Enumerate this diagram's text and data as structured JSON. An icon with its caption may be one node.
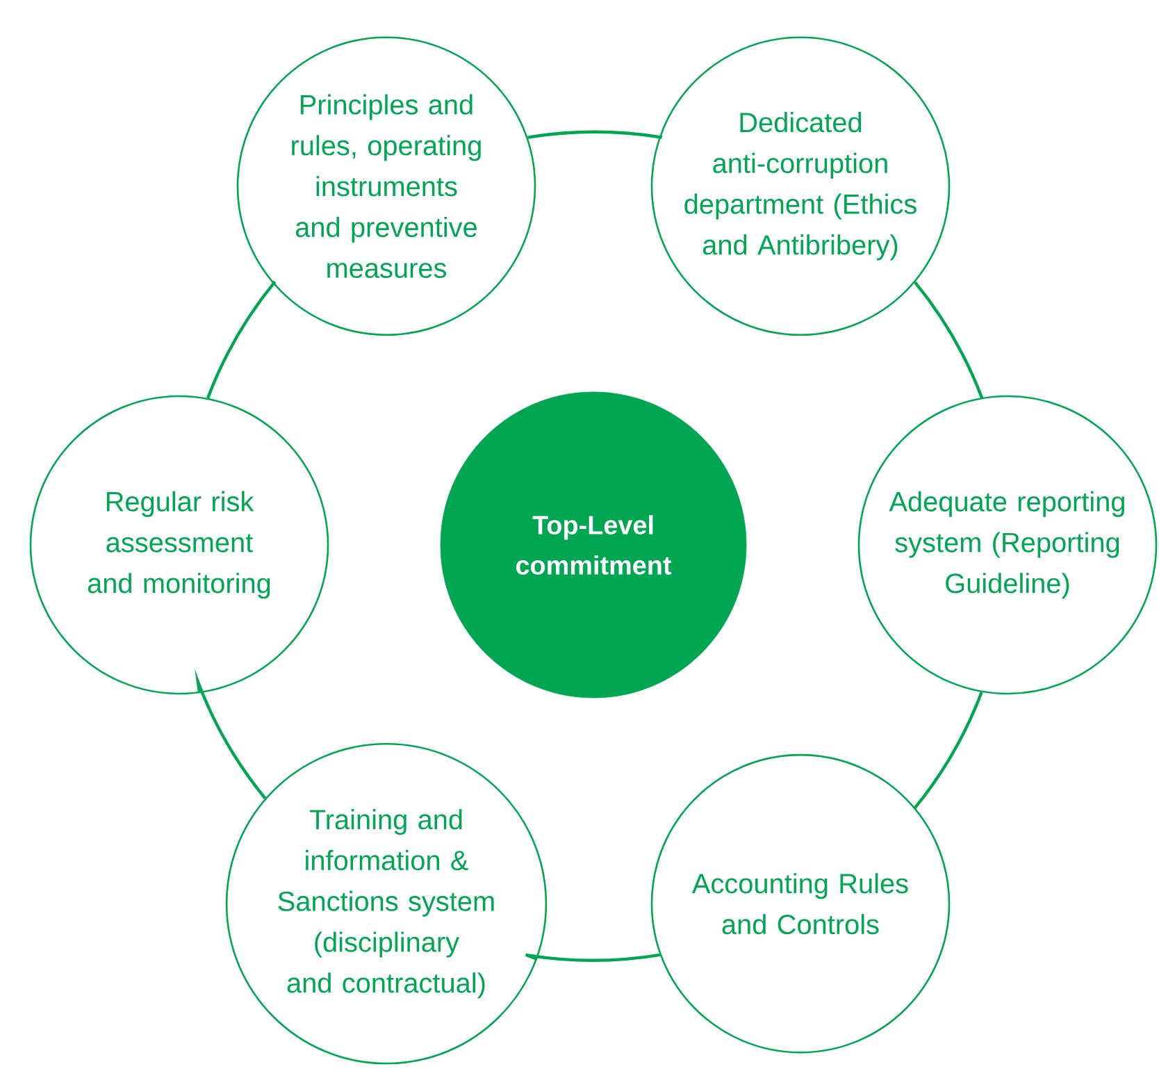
{
  "diagram": {
    "nodes": [
      {
        "text": [
          "Top-Level commitment"
        ]
      },
      {
        "text": [
          "Principles and rules, operating instruments and preventive measures"
        ]
      },
      {
        "text": [
          "Dedicated anti-corruption department (Ethics and Antibribery)"
        ]
      },
      {
        "text": [
          "Adequate reporting system (Reporting Guideline)"
        ]
      },
      {
        "text": [
          "Accounting Rules and Controls"
        ]
      },
      {
        "text": [
          "Training and information & Sanctions system (disciplinary and contractual)"
        ]
      },
      {
        "text": [
          "Regular risk assessment and monitoring"
        ]
      }
    ],
    "edges": [
      {
        "from": 1,
        "to": 2,
        "arrow": "none"
      },
      {
        "from": 2,
        "to": 3,
        "arrow": "none"
      },
      {
        "from": 3,
        "to": 4,
        "arrow": "none"
      },
      {
        "from": 4,
        "to": 5,
        "arrow": "none"
      },
      {
        "from": 5,
        "to": 6,
        "arrow": "none"
      },
      {
        "from": 6,
        "to": 1,
        "arrow": "none"
      }
    ]
  }
}
